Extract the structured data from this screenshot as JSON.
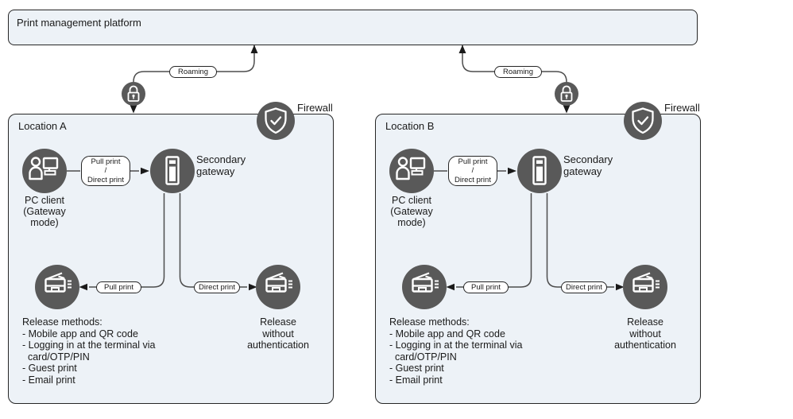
{
  "colors": {
    "panel_fill": "#edf2f7",
    "panel_border": "#262626",
    "node_fill": "#595959",
    "connector": "#4d4d4d",
    "icon_stroke": "#ffffff"
  },
  "platform": {
    "title": "Print management platform"
  },
  "roaming_links": [
    {
      "label": "Roaming",
      "icon": "lock-icon"
    },
    {
      "label": "Roaming",
      "icon": "lock-icon"
    }
  ],
  "locations": [
    {
      "title": "Location A",
      "firewall_label": "Firewall",
      "firewall_icon": "shield-check-icon",
      "pc_client": {
        "icon": "user-workstation-icon",
        "label": "PC client\n(Gateway\nmode)"
      },
      "gateway": {
        "icon": "server-icon",
        "label": "Secondary\ngateway"
      },
      "client_to_gateway_label": "Pull print\n/\nDirect print",
      "pull_print_label": "Pull print",
      "direct_print_label": "Direct print",
      "pull_printer": {
        "icon": "printer-icon",
        "caption": "Release methods:\n- Mobile app and QR code\n- Logging in at the terminal via\n  card/OTP/PIN\n- Guest print\n- Email print"
      },
      "direct_printer": {
        "icon": "printer-icon",
        "caption": "Release\nwithout\nauthentication"
      }
    },
    {
      "title": "Location B",
      "firewall_label": "Firewall",
      "firewall_icon": "shield-check-icon",
      "pc_client": {
        "icon": "user-workstation-icon",
        "label": "PC client\n(Gateway\nmode)"
      },
      "gateway": {
        "icon": "server-icon",
        "label": "Secondary\ngateway"
      },
      "client_to_gateway_label": "Pull print\n/\nDirect print",
      "pull_print_label": "Pull print",
      "direct_print_label": "Direct print",
      "pull_printer": {
        "icon": "printer-icon",
        "caption": "Release methods:\n- Mobile app and QR code\n- Logging in at the terminal via\n  card/OTP/PIN\n- Guest print\n- Email print"
      },
      "direct_printer": {
        "icon": "printer-icon",
        "caption": "Release\nwithout\nauthentication"
      }
    }
  ]
}
